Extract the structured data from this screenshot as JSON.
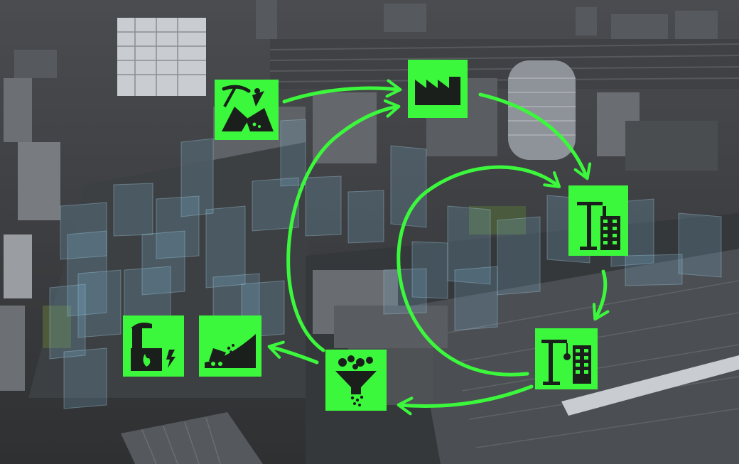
{
  "colors": {
    "accent": "#3cf83c",
    "icon_dark": "#1b1f1b",
    "ground": "#3a3c3e",
    "ground_dark": "#222426",
    "glass": "#7fb7d6",
    "building": "#5b5e62",
    "building_light": "#8d9096",
    "roof": "#6e7176"
  },
  "diagram": {
    "nodes": [
      {
        "id": "mining",
        "icon": "pickaxe-rock-icon"
      },
      {
        "id": "factory",
        "icon": "factory-icon"
      },
      {
        "id": "construction-1",
        "icon": "crane-building-icon"
      },
      {
        "id": "construction-2",
        "icon": "crane-demolition-building-icon"
      },
      {
        "id": "recycling",
        "icon": "crushing-funnel-icon"
      },
      {
        "id": "landfill",
        "icon": "landfill-icon"
      },
      {
        "id": "energy",
        "icon": "power-plant-fire-lightning-icon"
      }
    ],
    "arrows": [
      {
        "from": "mining",
        "to": "factory"
      },
      {
        "from": "factory",
        "to": "construction-1"
      },
      {
        "from": "construction-1",
        "to": "construction-2"
      },
      {
        "from": "construction-2",
        "to": "construction-1",
        "kind": "reuse-loop"
      },
      {
        "from": "construction-2",
        "to": "recycling"
      },
      {
        "from": "recycling",
        "to": "factory"
      },
      {
        "from": "recycling",
        "to": "landfill"
      }
    ]
  }
}
